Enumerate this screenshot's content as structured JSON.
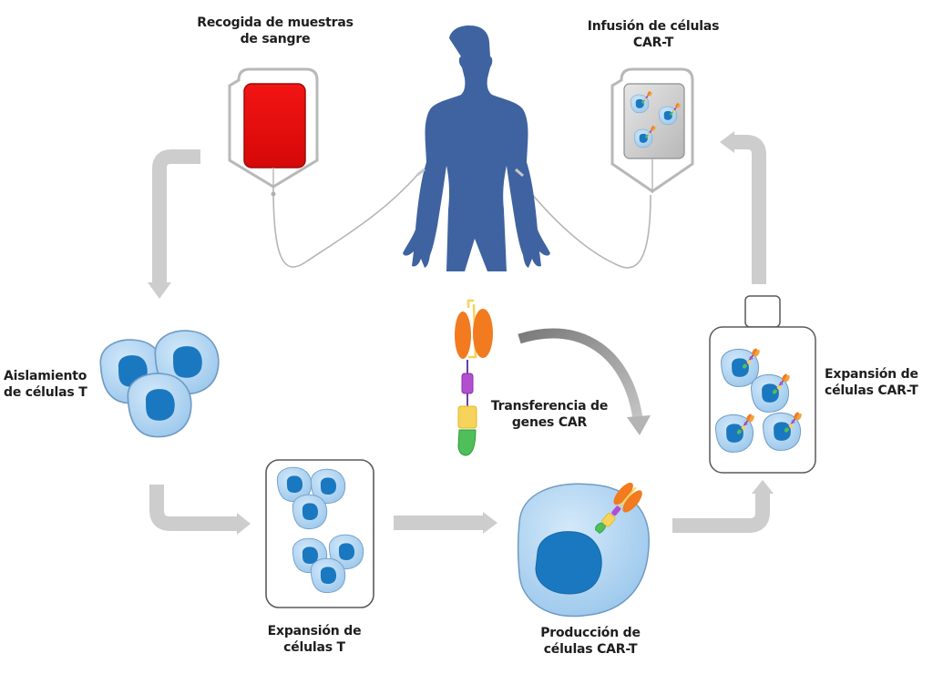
{
  "title": "Proceso de terapia con células CAR-T",
  "colors": {
    "body": "#3f63a0",
    "arrow": "#cdcdcd",
    "blood": "#e30a0a",
    "bag_fill": "#c9c9c9",
    "cell_fill": "#a9d0f0",
    "cell_stroke": "#6f9ac4",
    "nucleus": "#1a78c0",
    "car_orange": "#f27a1f",
    "car_yellow": "#f6d35a",
    "car_purple": "#b24fd0",
    "car_green": "#4fbf5a",
    "curved_arrow": "#8c8c8c",
    "text": "#1e1e1e"
  },
  "steps": [
    {
      "id": "blood-collection",
      "line1": "Recogida de muestras",
      "line2": "de sangre"
    },
    {
      "id": "car-t-infusion",
      "line1": "Infusión de células",
      "line2": "CAR-T"
    },
    {
      "id": "t-cell-isolation",
      "line1": "Aislamiento",
      "line2": "de células T"
    },
    {
      "id": "t-cell-expansion",
      "line1": "Expansión de",
      "line2": "células T"
    },
    {
      "id": "car-gene-transfer",
      "line1": "Transferencia de",
      "line2": "genes CAR"
    },
    {
      "id": "car-t-production",
      "line1": "Producción de",
      "line2": "células CAR-T"
    },
    {
      "id": "car-t-expansion",
      "line1": "Expansión de",
      "line2": "células CAR-T"
    }
  ],
  "flow": [
    "blood-collection",
    "t-cell-isolation",
    "t-cell-expansion",
    "car-t-production",
    "car-t-expansion",
    "car-t-infusion"
  ],
  "icons": {
    "patient": "human-silhouette-icon",
    "blood_bag": "blood-bag-icon",
    "infusion_bag": "infusion-bag-icon",
    "t_cell": "t-cell-icon",
    "car_t_cell": "car-t-cell-icon",
    "car_receptor": "car-receptor-icon",
    "culture_flask": "culture-flask-icon"
  }
}
